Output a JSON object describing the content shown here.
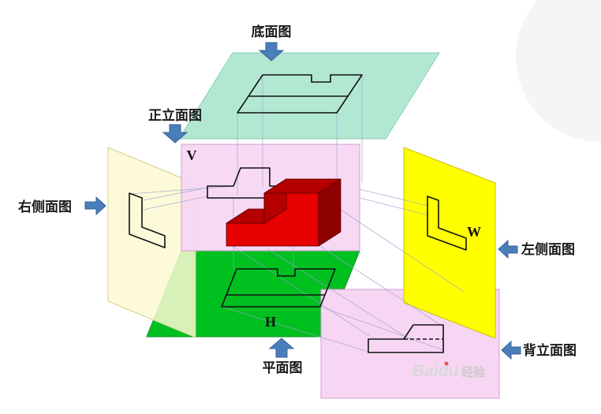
{
  "diagram": {
    "title_labels": {
      "bottom_view": "底面图",
      "front_view": "正立面图",
      "right_side_view": "右侧面图",
      "left_side_view": "左侧面图",
      "plan_view": "平面图",
      "back_view": "背立面图"
    },
    "plane_letters": {
      "front": "V",
      "horizontal": "H",
      "side": "W"
    },
    "watermark": {
      "brand": "Baidu",
      "suffix": "经验"
    },
    "colors": {
      "teal_plane": "#b2e8d2",
      "teal_edge": "#86cfb4",
      "pink_plane": "#f7d6f3",
      "pink_edge": "#cf9fd0",
      "pale_yellow_plane": "#fdf9d4",
      "pale_yellow_edge": "#d8cf8f",
      "yellow_plane": "#ffff00",
      "yellow_edge": "#cfc000",
      "green_plane": "#00c020",
      "green_edge": "#009018",
      "red_front": "#e60000",
      "red_top": "#b50000",
      "red_side": "#8e0000",
      "outline_black": "#111111",
      "arrow_fill": "#4a7ebb",
      "arrow_edge": "#36619b",
      "projection_line": "#96a3cc"
    }
  }
}
